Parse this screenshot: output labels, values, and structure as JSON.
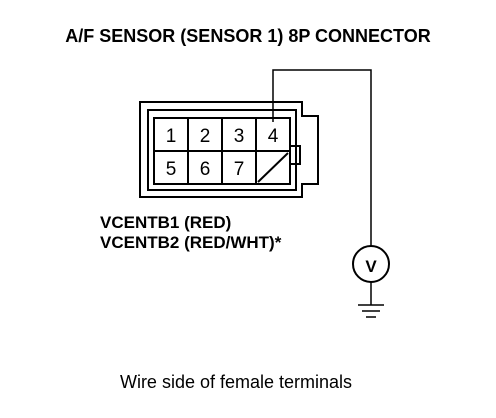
{
  "title": "A/F SENSOR (SENSOR 1) 8P CONNECTOR",
  "connector": {
    "pins_top": [
      "1",
      "2",
      "3",
      "4"
    ],
    "pins_bottom": [
      "5",
      "6",
      "7"
    ]
  },
  "wire_labels": {
    "line1": "VCENTB1 (RED)",
    "line2": "VCENTB2 (RED/WHT)*"
  },
  "meter_symbol": "V",
  "caption": "Wire side of female terminals",
  "icons": {
    "voltmeter": "voltmeter-icon",
    "ground": "ground-icon"
  }
}
